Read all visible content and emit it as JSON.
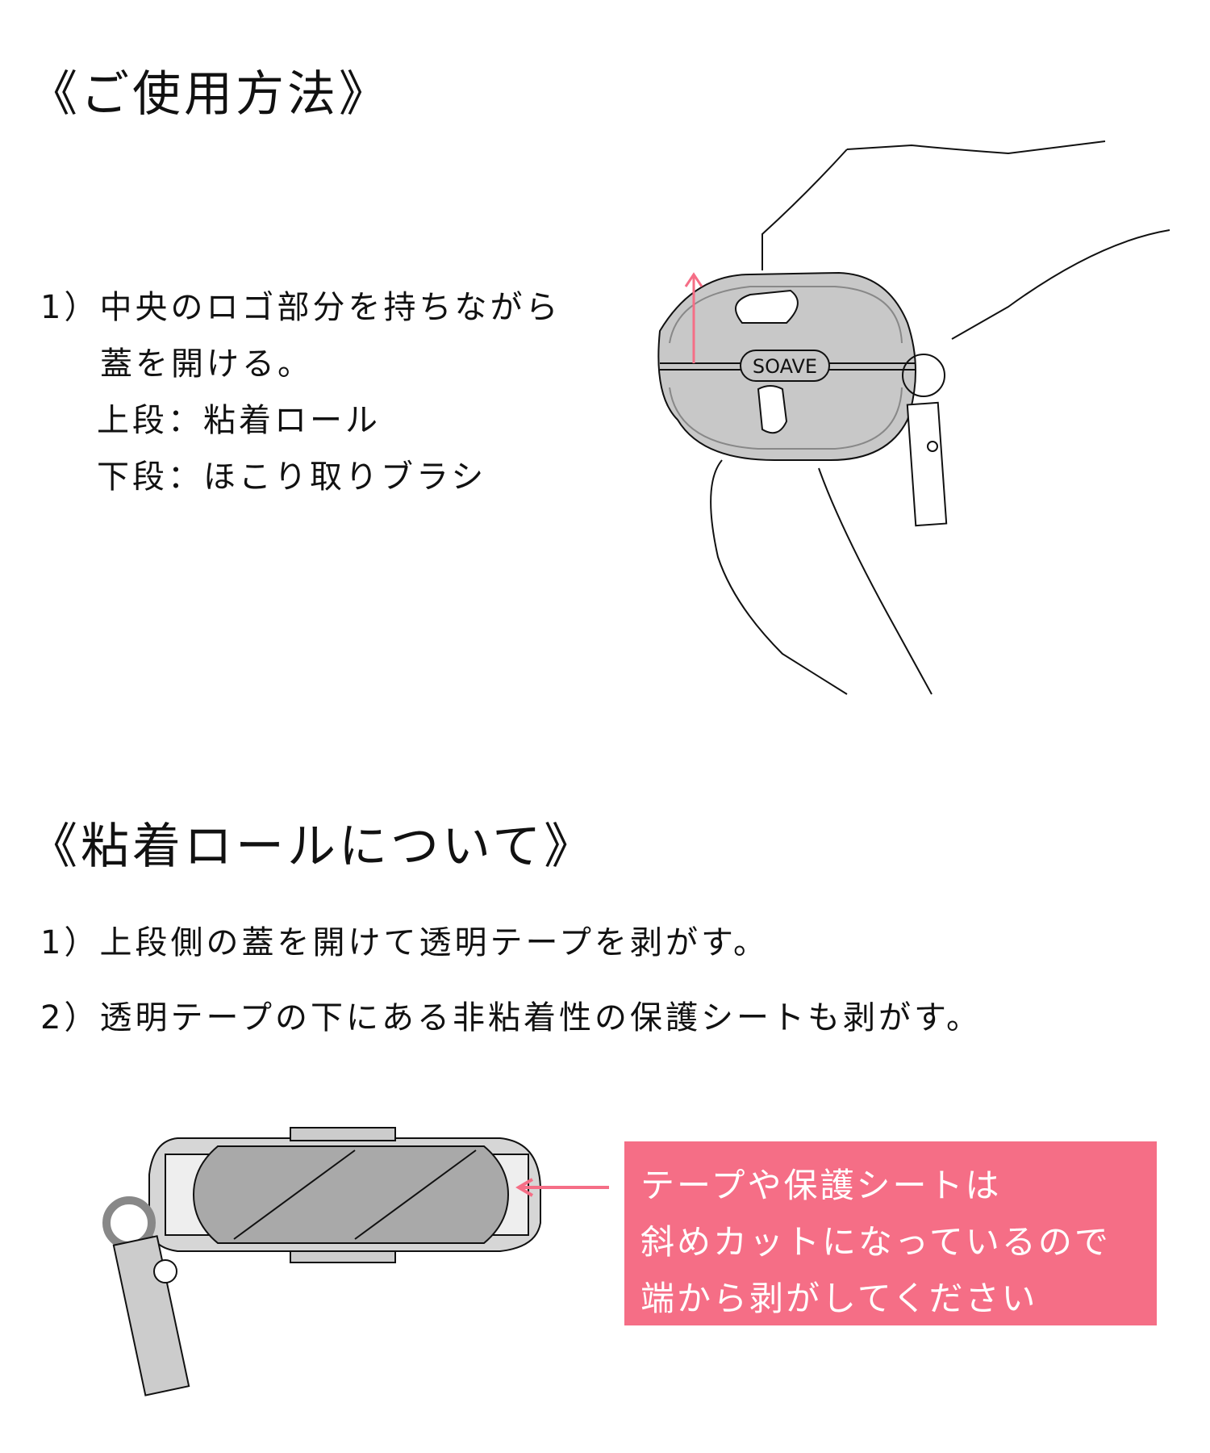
{
  "section1": {
    "title": "《ご使用方法》",
    "step1_line1": "1）中央のロゴ部分を持ちながら",
    "step1_line2": "蓋を開ける。",
    "upper": "上段：粘着ロール",
    "lower": "下段：ほこり取りブラシ",
    "logo_text": "SOAVE"
  },
  "section2": {
    "title": "《粘着ロールについて》",
    "step1": "1）上段側の蓋を開けて透明テープを剥がす。",
    "step2": "2）透明テープの下にある非粘着性の保護シートも剥がす。",
    "note_lines": [
      "テープや保護シートは",
      "斜めカットになっているので",
      "端から剥がしてください"
    ]
  },
  "colors": {
    "accent": "#f56e86",
    "case_gray": "#c8c8c8"
  }
}
